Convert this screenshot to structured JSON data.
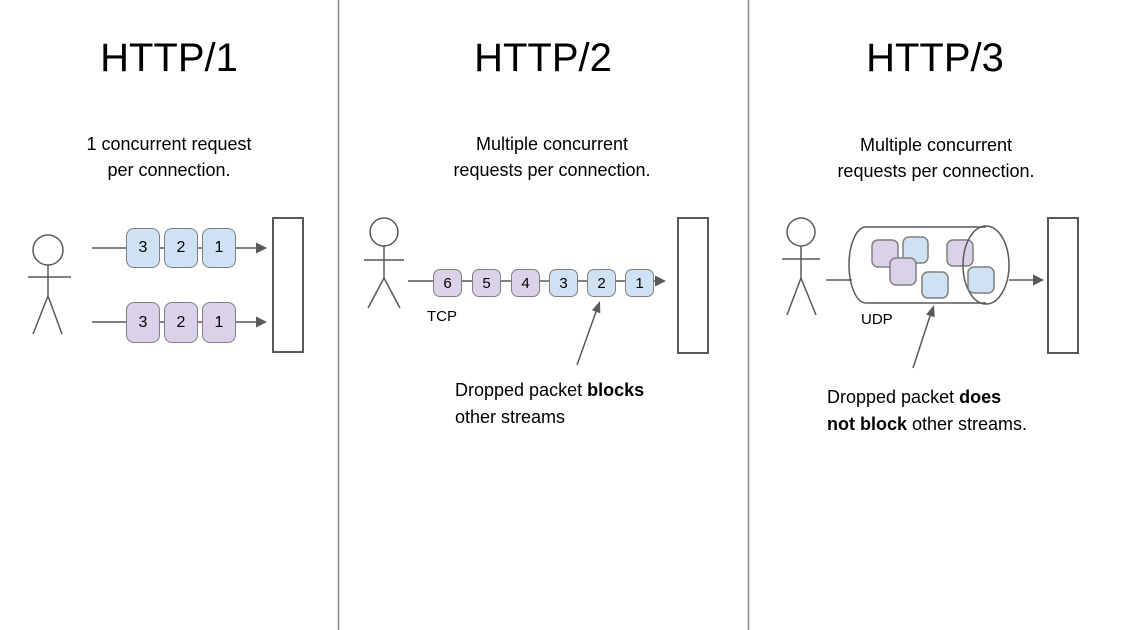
{
  "colors": {
    "packet_blue": "#cfe2f3",
    "packet_purple": "#d9d2e9",
    "packet_border": "#7f7f7f",
    "line_gray": "#595959",
    "divider_gray": "#8c8c8c"
  },
  "columns": [
    {
      "title": "HTTP/1",
      "subtitle": [
        "1 concurrent request",
        "per connection."
      ],
      "rows": [
        {
          "packets": [
            "3",
            "2",
            "1"
          ]
        },
        {
          "packets": [
            "3",
            "2",
            "1"
          ]
        }
      ]
    },
    {
      "title": "HTTP/2",
      "subtitle": [
        "Multiple concurrent",
        "requests per connection."
      ],
      "protocol_label": "TCP",
      "packets": [
        "6",
        "5",
        "4",
        "3",
        "2",
        "1"
      ],
      "annotation": {
        "line1_normal": "Dropped packet ",
        "line1_bold": "blocks",
        "line2_bold": "",
        "line2_normal": "other streams"
      }
    },
    {
      "title": "HTTP/3",
      "subtitle": [
        "Multiple concurrent",
        "requests per connection."
      ],
      "protocol_label": "UDP",
      "annotation": {
        "line1_normal": "Dropped packet ",
        "line1_bold": "does",
        "line2_bold": "not block",
        "line2_normal": " other streams."
      }
    }
  ]
}
